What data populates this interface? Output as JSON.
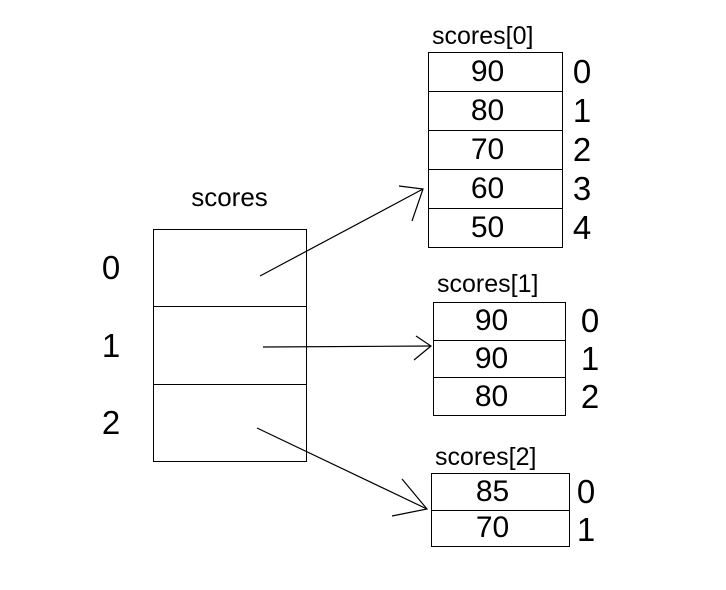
{
  "diagram": {
    "background": "#ffffff",
    "line_color": "#000000",
    "main_array": {
      "title": "scores",
      "indices": [
        "0",
        "1",
        "2"
      ]
    },
    "sub_arrays": [
      {
        "title": "scores[0]",
        "values": [
          "90",
          "80",
          "70",
          "60",
          "50"
        ],
        "indices": [
          "0",
          "1",
          "2",
          "3",
          "4"
        ]
      },
      {
        "title": "scores[1]",
        "values": [
          "90",
          "90",
          "80"
        ],
        "indices": [
          "0",
          "1",
          "2"
        ]
      },
      {
        "title": "scores[2]",
        "values": [
          "85",
          "70"
        ],
        "indices": [
          "0",
          "1"
        ]
      }
    ],
    "connections": [
      {
        "from": "scores cell 0",
        "to": "scores[0]"
      },
      {
        "from": "scores cell 1",
        "to": "scores[1]"
      },
      {
        "from": "scores cell 2",
        "to": "scores[2]"
      }
    ]
  }
}
